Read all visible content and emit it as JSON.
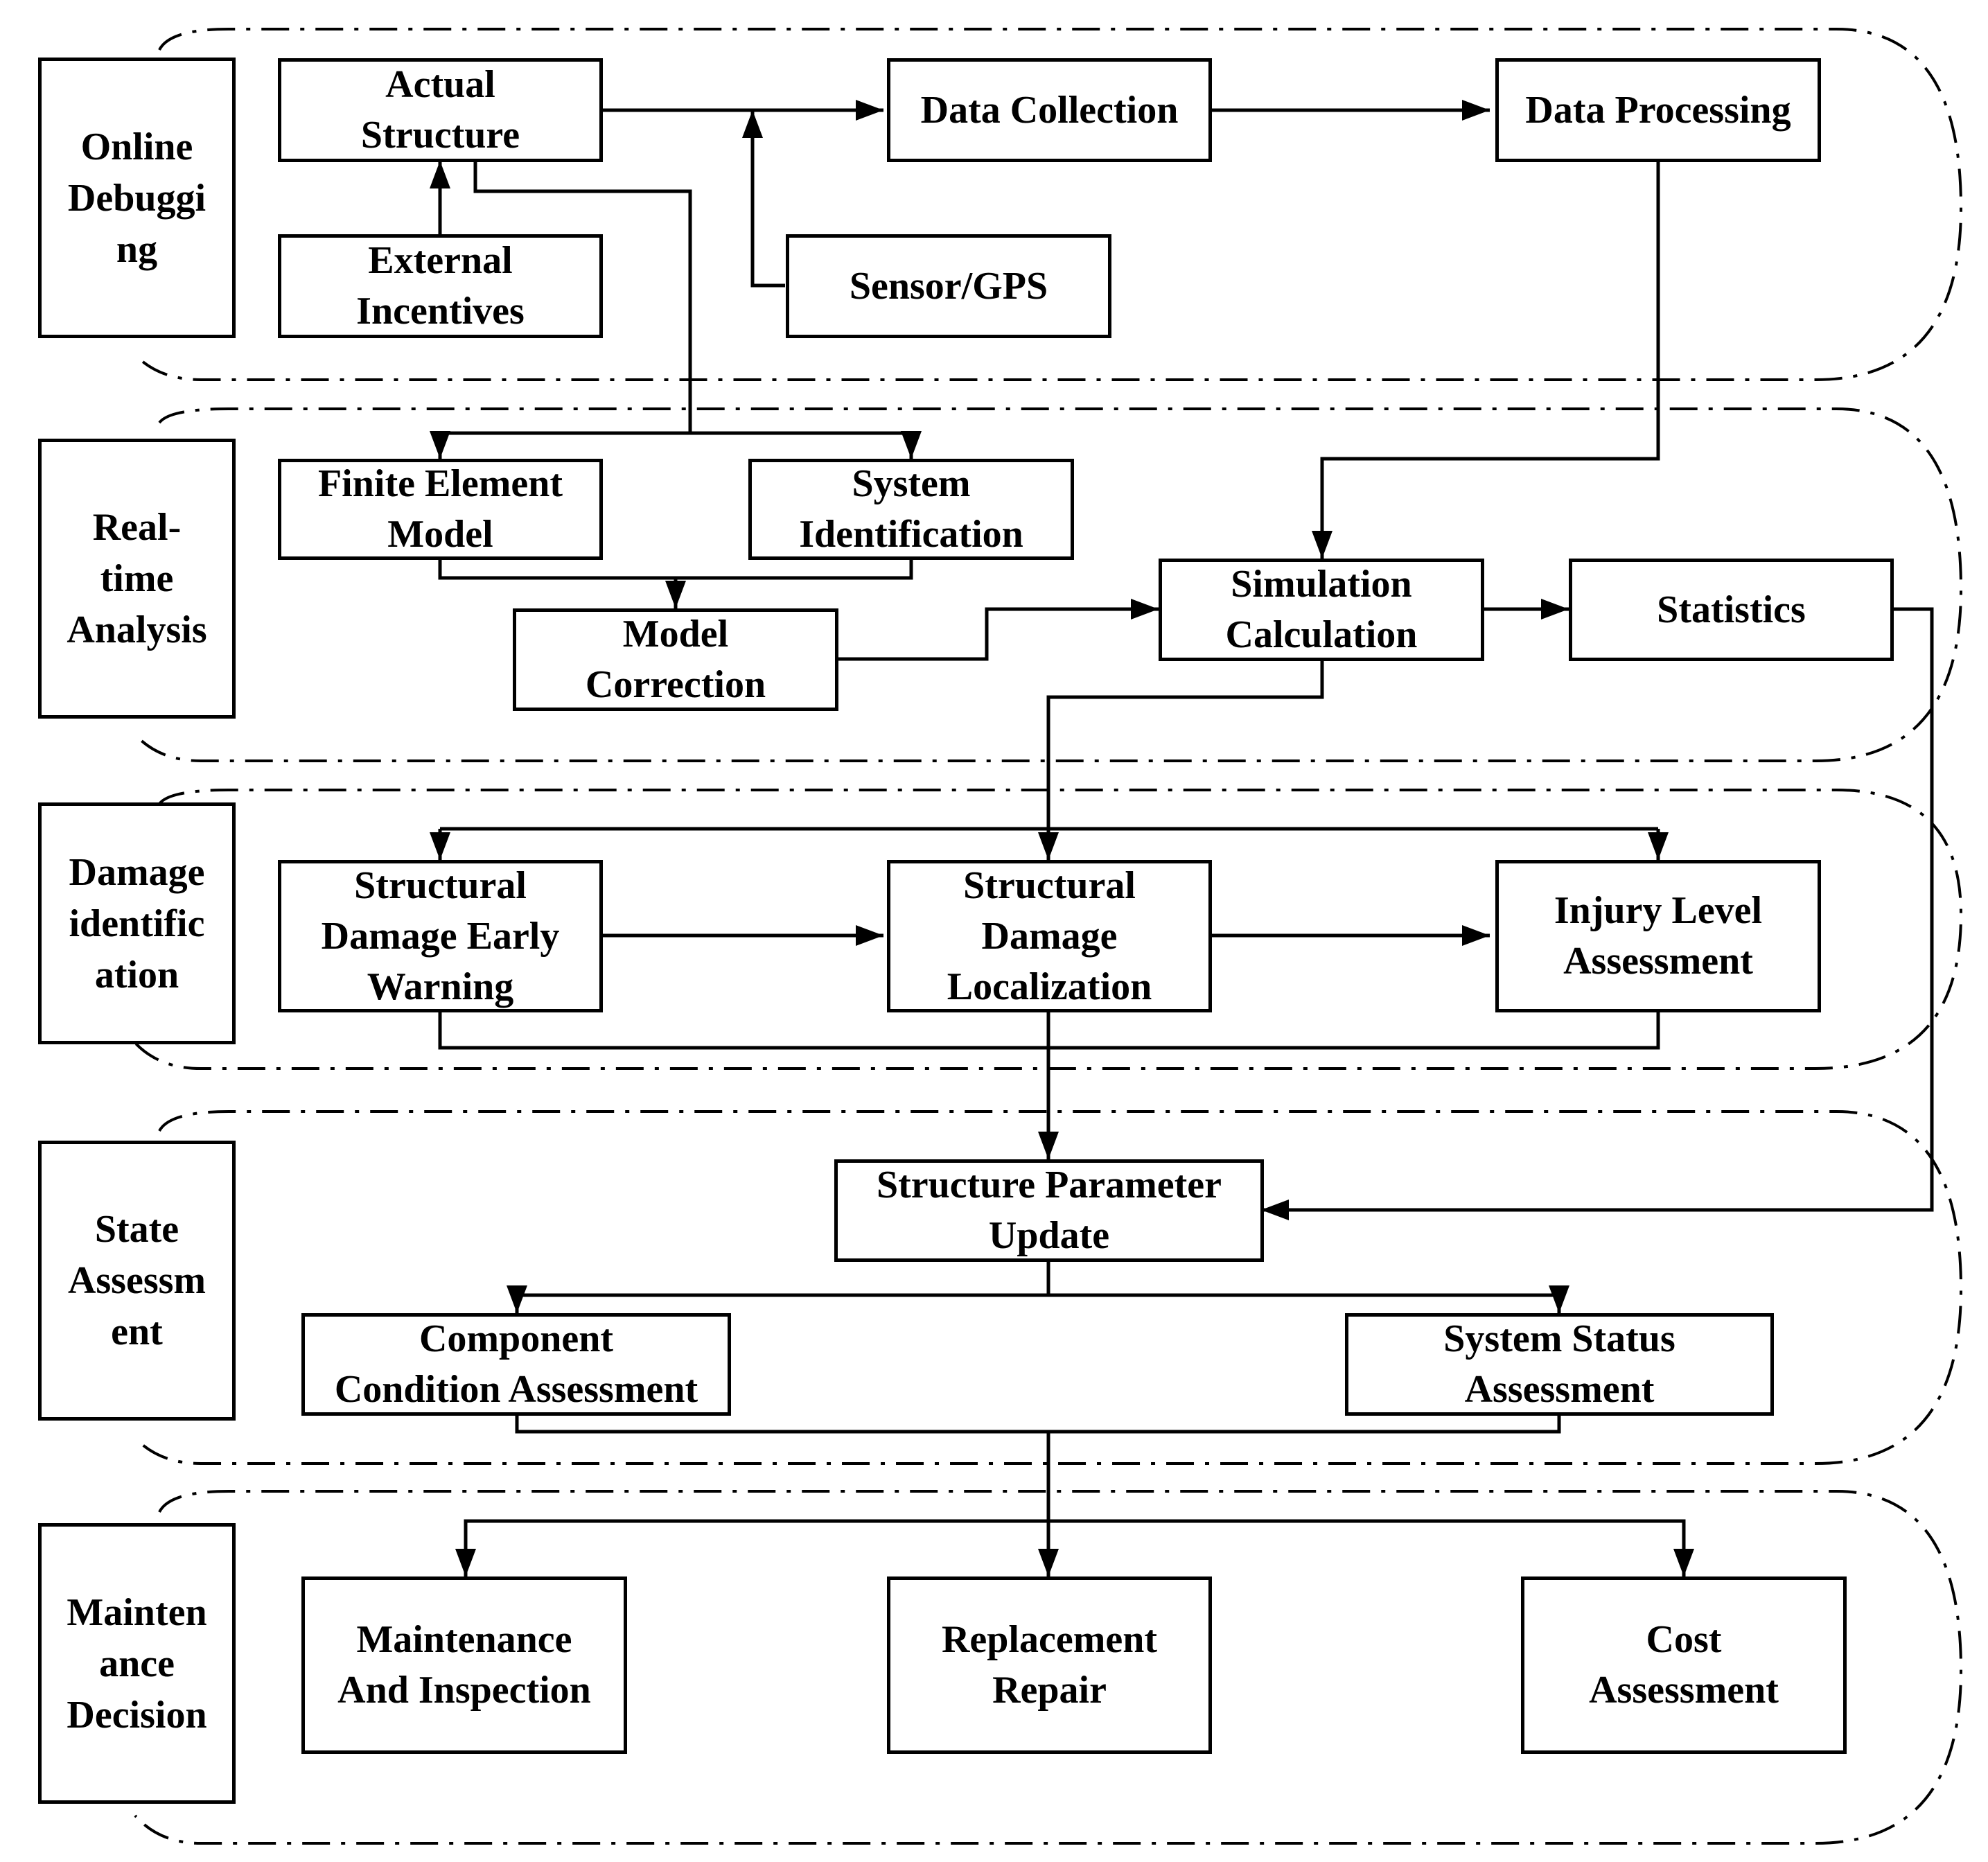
{
  "stages": {
    "online_debugging": "Online\nDebuggi\nng",
    "realtime_analysis": "Real-\ntime\nAnalysis",
    "damage_identification": "Damage\nidentific\nation",
    "state_assessment": "State\nAssessm\nent",
    "maintenance_decision": "Mainten\nance\nDecision"
  },
  "nodes": {
    "actual_structure": "Actual\nStructure",
    "data_collection": "Data Collection",
    "data_processing": "Data Processing",
    "external_incentives": "External\nIncentives",
    "sensor_gps": "Sensor/GPS",
    "finite_element_model": "Finite Element\nModel",
    "system_identification": "System\nIdentification",
    "model_correction": "Model\nCorrection",
    "simulation_calculation": "Simulation\nCalculation",
    "statistics": "Statistics",
    "damage_early_warning": "Structural\nDamage Early\nWarning",
    "damage_localization": "Structural\nDamage\nLocalization",
    "injury_level_assessment": "Injury Level\nAssessment",
    "structure_parameter_update": "Structure Parameter\nUpdate",
    "component_condition_assessment": "Component\nCondition Assessment",
    "system_status_assessment": "System Status\nAssessment",
    "maintenance_and_inspection": "Maintenance\nAnd Inspection",
    "replacement_repair": "Replacement\nRepair",
    "cost_assessment": "Cost\nAssessment"
  },
  "colors": {
    "stroke": "#000000",
    "background": "#ffffff"
  }
}
